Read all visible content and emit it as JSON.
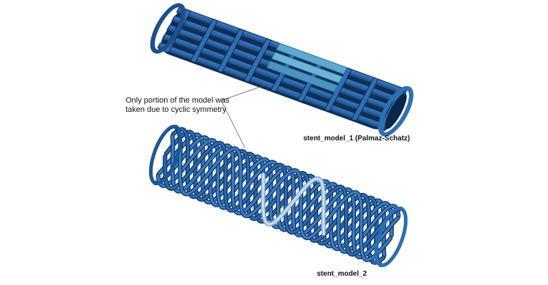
{
  "annotation": {
    "line1": "Only portion of the model was",
    "line2": "taken due to cyclic symmetry"
  },
  "models": [
    {
      "label": "stent_model_1 (Palmaz-Schatz)"
    },
    {
      "label": "stent_model_2"
    }
  ],
  "colors": {
    "strut": "#2c67ab",
    "strut_dark": "#123d74",
    "highlight_1": "#5fa8cf",
    "highlight_2": "#b8d0e2",
    "leader_line": "#555555"
  }
}
